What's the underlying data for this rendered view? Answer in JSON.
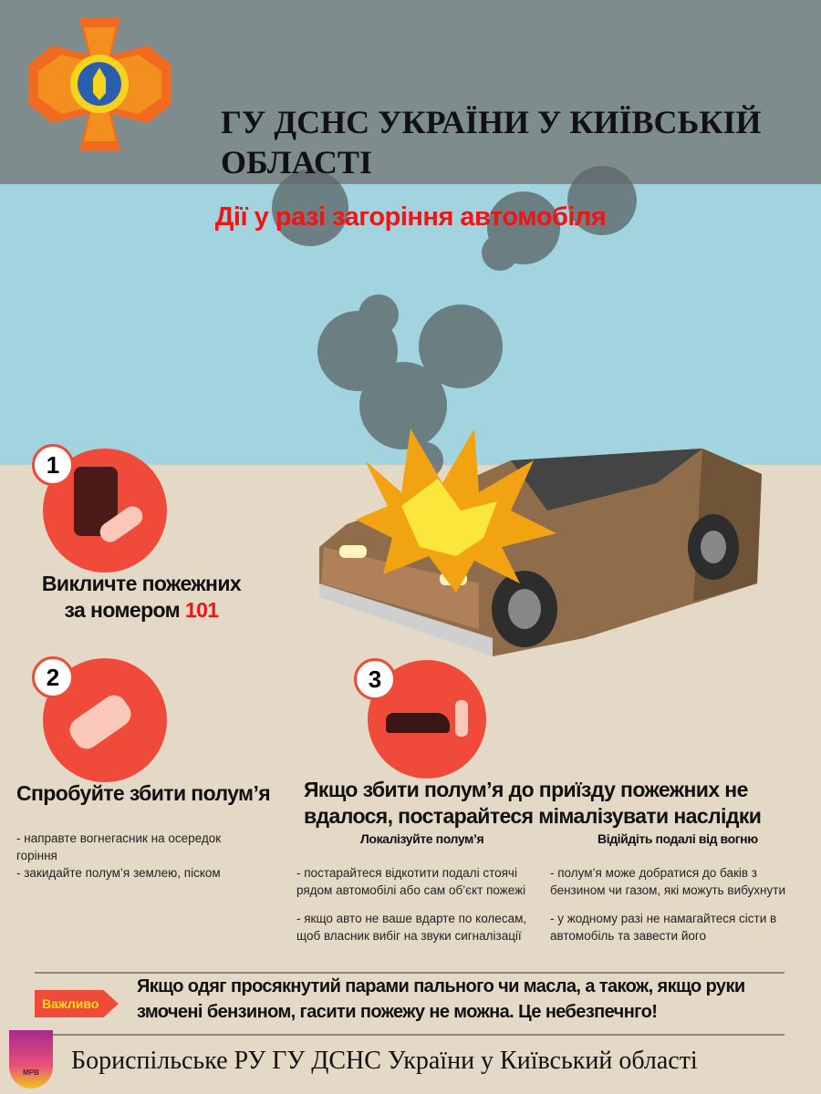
{
  "header": {
    "org_title": "ГУ ДСНС УКРАЇНИ У КИЇВСЬКІЙ ОБЛАСТІ",
    "emblem": "dsns-emblem"
  },
  "main_title": "Дії у разі загоріння автомобіля",
  "steps": [
    {
      "number": "1",
      "title_part1": "Викличте пожежних",
      "title_part2": "за номером ",
      "phone": "101",
      "icon": "phone-in-hand-icon"
    },
    {
      "number": "2",
      "title": "Спробуйте збити полум’я",
      "icon": "fire-extinguisher-icon",
      "bullets": [
        "- направте вогнегасник на осередок горіння",
        "- закидайте полум’я землею, піском"
      ]
    },
    {
      "number": "3",
      "title": "Якщо збити полум’я до приїзду пожежних не вдалося, постарайтеся мімалізувати наслідки",
      "icon": "burning-car-person-icon",
      "columns": [
        {
          "heading": "Локалізуйте полум’я",
          "bullets": [
            "- постарайтеся відкотити подалі стоячі рядом автомобілі або сам об’єкт пожежі",
            "- якщо авто не ваше вдарте по колесам, щоб власник вибіг на звуки сигналізації"
          ]
        },
        {
          "heading": "Відійдіть подалі від вогню",
          "bullets": [
            "- полум’я може добратися до баків з бензином чи газом, які можуть вибухнути",
            "- у жодному разі не намагайтеся сісти в автомобіль та завести його"
          ]
        }
      ]
    }
  ],
  "important": {
    "label": "Важливо",
    "text": "Якщо одяг просякнутий парами пального чи масла, а також, якщо руки змочені бензином, гасити пожежу не можна. Це небезпечнго!"
  },
  "footer": {
    "text": "Бориспільське РУ ГУ ДСНС України у Київський області",
    "logo_text": "МРВ"
  },
  "colors": {
    "red": "#ef4a3a",
    "title_red": "#f01414",
    "header": "#7f8c8e",
    "sky": "#a1d4df",
    "ground": "#e4d9c7"
  }
}
